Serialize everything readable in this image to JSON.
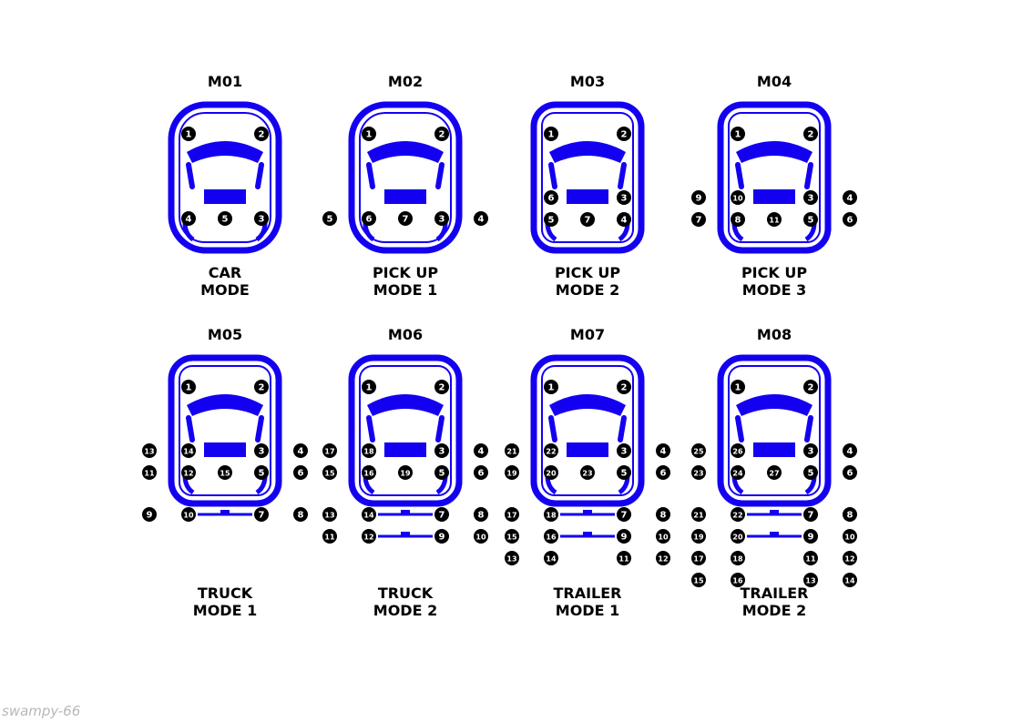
{
  "colors": {
    "car": "#1400f0",
    "badge": "#000000",
    "badge_text": "#ffffff",
    "watermark": "#b8b8b8"
  },
  "watermark": "swampy-66",
  "panels": [
    {
      "code": "M01",
      "label": [
        "CAR",
        "MODE"
      ],
      "row": 0,
      "col": 0,
      "frame": "rounded",
      "rows": [
        [
          "1",
          "2"
        ],
        [
          "4",
          "5",
          "3"
        ]
      ],
      "hitch": []
    },
    {
      "code": "M02",
      "label": [
        "PICK UP",
        "MODE 1"
      ],
      "row": 0,
      "col": 1,
      "frame": "rounded",
      "rows": [
        [
          "1",
          "2"
        ],
        [
          "5",
          "6",
          "7",
          "3",
          "4"
        ]
      ],
      "hitch": []
    },
    {
      "code": "M03",
      "label": [
        "PICK UP",
        "MODE 2"
      ],
      "row": 0,
      "col": 2,
      "frame": "square",
      "rows": [
        [
          "1",
          "2"
        ],
        [
          "6",
          "3"
        ],
        [
          "5",
          "7",
          "4"
        ]
      ],
      "hitch": []
    },
    {
      "code": "M04",
      "label": [
        "PICK UP",
        "MODE 3"
      ],
      "row": 0,
      "col": 3,
      "frame": "square",
      "rows": [
        [
          "1",
          "2"
        ],
        [
          "9",
          "10",
          "3",
          "4"
        ],
        [
          "7",
          "8",
          "11",
          "5",
          "6"
        ]
      ],
      "hitch": []
    },
    {
      "code": "M05",
      "label": [
        "TRUCK",
        "MODE 1"
      ],
      "row": 1,
      "col": 0,
      "frame": "square",
      "rows": [
        [
          "1",
          "2"
        ],
        [
          "13",
          "14",
          "3",
          "4"
        ],
        [
          "11",
          "12",
          "15",
          "5",
          "6"
        ]
      ],
      "hitch": [
        [
          "9",
          "10",
          "7",
          "8"
        ]
      ]
    },
    {
      "code": "M06",
      "label": [
        "TRUCK",
        "MODE 2"
      ],
      "row": 1,
      "col": 1,
      "frame": "square",
      "rows": [
        [
          "1",
          "2"
        ],
        [
          "17",
          "18",
          "3",
          "4"
        ],
        [
          "15",
          "16",
          "19",
          "5",
          "6"
        ]
      ],
      "hitch": [
        [
          "13",
          "14",
          "7",
          "8"
        ],
        [
          "11",
          "12",
          "9",
          "10"
        ]
      ]
    },
    {
      "code": "M07",
      "label": [
        "TRAILER",
        "MODE 1"
      ],
      "row": 1,
      "col": 2,
      "frame": "square",
      "rows": [
        [
          "1",
          "2"
        ],
        [
          "21",
          "22",
          "3",
          "4"
        ],
        [
          "19",
          "20",
          "23",
          "5",
          "6"
        ]
      ],
      "hitch": [
        [
          "17",
          "18",
          "7",
          "8"
        ],
        [
          "15",
          "16",
          "9",
          "10"
        ],
        [
          "13",
          "14",
          "11",
          "12"
        ]
      ]
    },
    {
      "code": "M08",
      "label": [
        "TRAILER",
        "MODE 2"
      ],
      "row": 1,
      "col": 3,
      "frame": "square",
      "rows": [
        [
          "1",
          "2"
        ],
        [
          "25",
          "26",
          "3",
          "4"
        ],
        [
          "23",
          "24",
          "27",
          "5",
          "6"
        ]
      ],
      "hitch": [
        [
          "21",
          "22",
          "7",
          "8"
        ],
        [
          "19",
          "20",
          "9",
          "10"
        ],
        [
          "17",
          "18",
          "11",
          "12"
        ],
        [
          "15",
          "16",
          "13",
          "14"
        ]
      ]
    }
  ]
}
